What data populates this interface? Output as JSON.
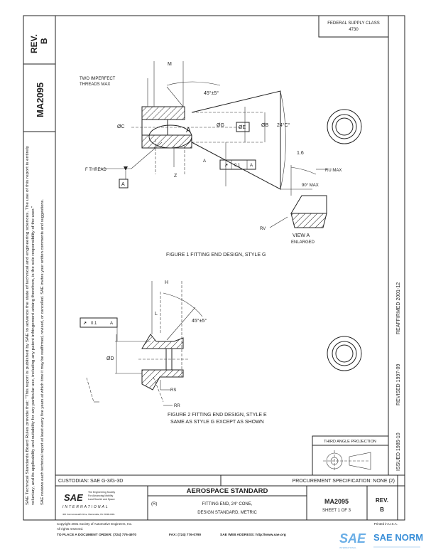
{
  "side_strip": {
    "rev_label": "REV.",
    "rev_value": "B",
    "doc_number": "MA2095",
    "disclaimer_line1": "SAE Technical Standards Board Rules provide that: \"This report is published by SAE to advance the state of technical and engineering sciences. The use of this report is entirely",
    "disclaimer_line2": "voluntary, and its applicability and suitability for any particular use, including any patent infringement arising therefrom, is the sole responsibility of the user.\"",
    "disclaimer_line3": "SAE reviews each technical report at least every five years at which time it may be reaffirmed, revised, or cancelled. SAE invites your written comments and suggestions."
  },
  "header": {
    "supply_class_label": "FEDERAL SUPPLY CLASS",
    "supply_class_value": "4730"
  },
  "figure1": {
    "caption": "FIGURE 1 FITTING END DESIGN, STYLE G",
    "labels": {
      "imperfect_threads": "TWO IMPERFECT",
      "imperfect_threads2": "THREADS MAX",
      "m": "M",
      "chamfer": "45°±5°",
      "dia_c": "ØC",
      "a_view": "A",
      "dia_g": "ØG",
      "dia_e": "ØE",
      "dia_b": "ØB",
      "cone_angle": "24°C°",
      "finish": "1.6",
      "thread": "F THREAD",
      "datum": "A",
      "a_dim": "A",
      "z": "Z",
      "tol_value": "0.1",
      "tol_datum": "A",
      "ru_max": "RU MAX",
      "angle_90": "90° MAX",
      "rv": "RV",
      "view_a": "VIEW A",
      "enlarged": "ENLARGED"
    }
  },
  "figure2": {
    "caption1": "FIGURE 2 FITTING END DESIGN, STYLE E",
    "caption2": "SAME AS STYLE G EXCEPT AS SHOWN",
    "labels": {
      "h": "H",
      "l": "L",
      "chamfer": "45°±5°",
      "tol_value": "0.1",
      "tol_datum": "A",
      "dia_d": "ØD",
      "rs": "RS",
      "rr": "RR"
    }
  },
  "right_strip": {
    "reaffirmed": "REAFFIRMED 2001-12",
    "revised": "REVISED 1997-09",
    "issued": "ISSUED 1985-10",
    "projection": "THIRD ANGLE PROJECTION"
  },
  "title_block": {
    "custodian": "CUSTODIAN:  SAE G-3/G-3D",
    "procurement": "PROCUREMENT SPECIFICATION:  NONE (2)",
    "logo_text": "SAE",
    "logo_tagline1": "The Engineering Society",
    "logo_tagline2": "For Advancing Mobility",
    "logo_tagline3": "Land Sea Air and Space",
    "logo_international": "INTERNATIONAL",
    "logo_address": "400 Commonwealth Drive, Warrendale, PA 15096-0001",
    "heading": "AEROSPACE STANDARD",
    "r_mark": "(R)",
    "title_line1": "FITTING END, 24° CONE,",
    "title_line2": "DESIGN STANDARD, METRIC",
    "doc_number": "MA2095",
    "sheet": "SHEET 1 OF 3",
    "rev_label": "REV.",
    "rev_value": "B"
  },
  "footer": {
    "copyright": "Copyright 2001 Society of Automotive Engineers, Inc.",
    "rights": "All rights reserved.",
    "printed": "Printed in U.S.A.",
    "order": "TO PLACE A DOCUMENT ORDER:   (724) 776-4970",
    "fax": "FAX: (724) 776-0790",
    "web": "SAE WEB ADDRESS:   http://www.sae.org",
    "watermark": "SAE NORM",
    "watermark_logo": "SAE",
    "watermark_sub": "INTERNATIONAL"
  },
  "colors": {
    "ink": "#222222",
    "watermark": "#3a8fd8"
  }
}
